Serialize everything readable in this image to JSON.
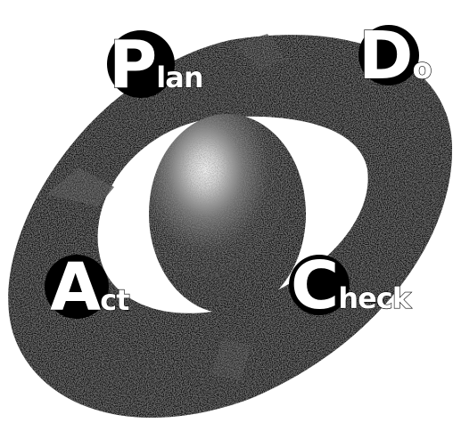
{
  "cycle": {
    "stages": [
      {
        "initial": "P",
        "rest": "lan"
      },
      {
        "initial": "D",
        "rest": "o"
      },
      {
        "initial": "C",
        "rest": "heck"
      },
      {
        "initial": "A",
        "rest": "ct"
      }
    ]
  },
  "colors": {
    "ring": "#0b0b0b",
    "ring_texture": "#3a3a3a",
    "ball_highlight": "#f4f4f4",
    "ball_shadow": "#000000",
    "label_text": "#ffffff",
    "background": "#ffffff"
  }
}
